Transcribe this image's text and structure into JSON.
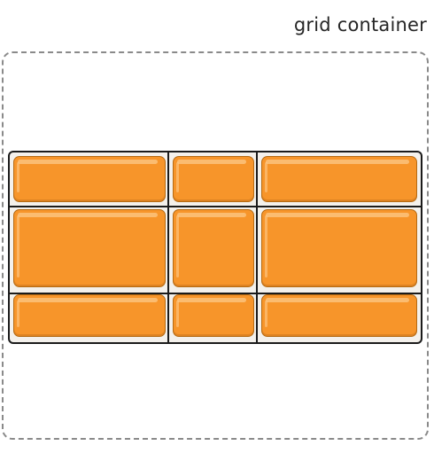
{
  "label": {
    "text": "grid container"
  },
  "grid": {
    "rows": 3,
    "columns": 3,
    "item_color": "#f7952a",
    "line_color": "#1b1b1b",
    "container_border_color": "#8a8a8a"
  }
}
